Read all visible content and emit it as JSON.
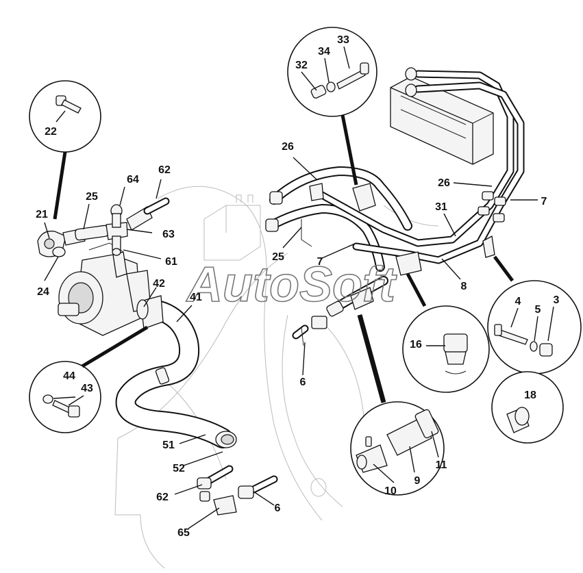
{
  "watermark": "AutoSoft",
  "callouts": [
    {
      "id": "c22",
      "text": "22"
    },
    {
      "id": "c21",
      "text": "21"
    },
    {
      "id": "c25a",
      "text": "25"
    },
    {
      "id": "c64",
      "text": "64"
    },
    {
      "id": "c62a",
      "text": "62"
    },
    {
      "id": "c63",
      "text": "63"
    },
    {
      "id": "c24",
      "text": "24"
    },
    {
      "id": "c61",
      "text": "61"
    },
    {
      "id": "c42",
      "text": "42"
    },
    {
      "id": "c41",
      "text": "41"
    },
    {
      "id": "c44",
      "text": "44"
    },
    {
      "id": "c43",
      "text": "43"
    },
    {
      "id": "c51",
      "text": "51"
    },
    {
      "id": "c52",
      "text": "52"
    },
    {
      "id": "c62b",
      "text": "62"
    },
    {
      "id": "c65",
      "text": "65"
    },
    {
      "id": "c6a",
      "text": "6"
    },
    {
      "id": "c6b",
      "text": "6"
    },
    {
      "id": "c33",
      "text": "33"
    },
    {
      "id": "c34",
      "text": "34"
    },
    {
      "id": "c32",
      "text": "32"
    },
    {
      "id": "c26a",
      "text": "26"
    },
    {
      "id": "c25b",
      "text": "25"
    },
    {
      "id": "c7a",
      "text": "7"
    },
    {
      "id": "c26b",
      "text": "26"
    },
    {
      "id": "c7b",
      "text": "7"
    },
    {
      "id": "c31",
      "text": "31"
    },
    {
      "id": "c8",
      "text": "8"
    },
    {
      "id": "c16",
      "text": "16"
    },
    {
      "id": "c4",
      "text": "4"
    },
    {
      "id": "c5",
      "text": "5"
    },
    {
      "id": "c3",
      "text": "3"
    },
    {
      "id": "c18",
      "text": "18"
    },
    {
      "id": "c10",
      "text": "10"
    },
    {
      "id": "c9",
      "text": "9"
    },
    {
      "id": "c11",
      "text": "11"
    }
  ]
}
